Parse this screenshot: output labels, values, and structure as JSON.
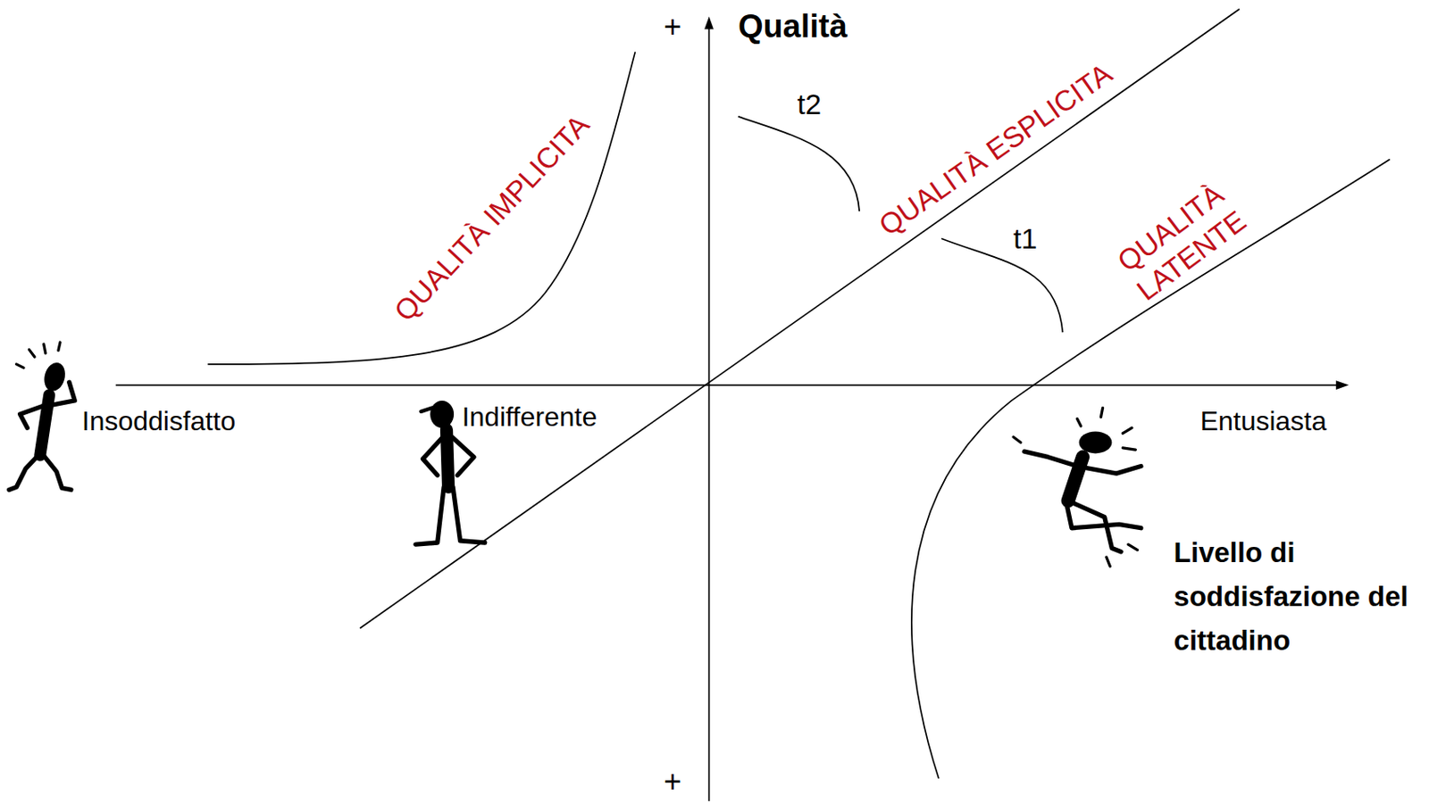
{
  "diagram": {
    "labels": [
      "+",
      "Qualità",
      "+",
      "QUALITÀ IMPLICITA",
      "t2",
      "QUALITÀ ESPLICITA",
      "t1",
      "QUALITÀ LATENTE",
      "Insoddisfatto",
      "Indifferente",
      "Entusiasta",
      "Livello di soddisfazione del cittadino"
    ]
  }
}
